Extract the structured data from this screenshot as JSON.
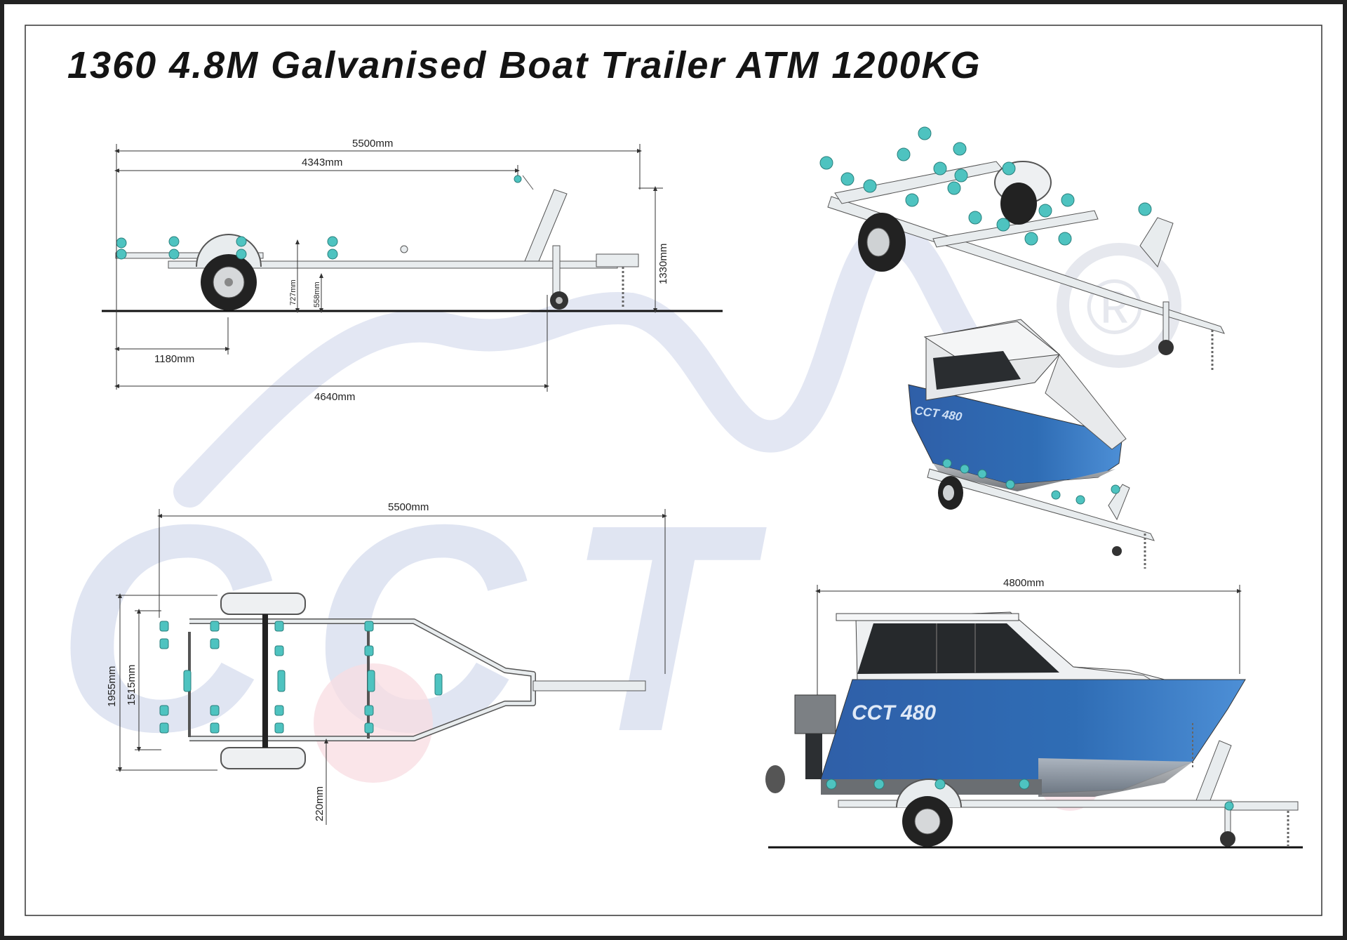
{
  "title": "1360 4.8M Galvanised Boat Trailer ATM 1200KG",
  "watermark": {
    "brand": "CCT",
    "registered_mark": "®"
  },
  "side_view": {
    "overall_length": "5500mm",
    "coupling_to_post": "4343mm",
    "jockey_height": "1330mm",
    "bunk_height": "727mm",
    "frame_height": "558mm",
    "rear_to_axle": "1180mm",
    "rear_to_jockey": "4640mm"
  },
  "top_view": {
    "overall_length": "5500mm",
    "overall_width": "1955mm",
    "track_width": "1515mm",
    "ground_clearance": "220mm"
  },
  "loaded_view": {
    "boat_length": "4800mm",
    "boat_name": "CCT 480"
  },
  "colors": {
    "frame": "#e8ecee",
    "frame_outline": "#555555",
    "roller": "#4ec3c0",
    "hull_blue": "#2f6db5",
    "watermark": "#dfe4f2",
    "watermark_red": "#f6d7dd"
  }
}
